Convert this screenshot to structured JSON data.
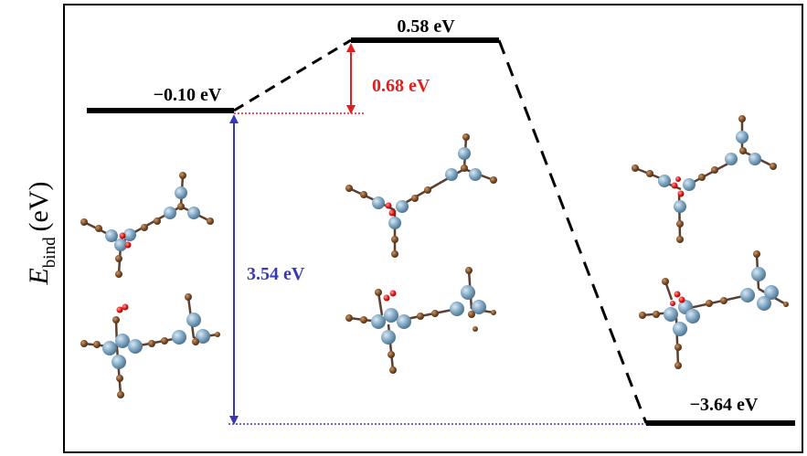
{
  "diagram": {
    "y_axis_label": {
      "symbol": "E",
      "subscript": "bind",
      "unit": "(eV)"
    },
    "levels": [
      {
        "id": "initial",
        "energy_label": "−0.10 eV"
      },
      {
        "id": "transition",
        "energy_label": "0.58 eV"
      },
      {
        "id": "final",
        "energy_label": "−3.64 eV"
      }
    ],
    "barrier": {
      "label": "0.68 eV",
      "color": "#e02020"
    },
    "reaction_energy": {
      "label": "3.54 eV",
      "color": "#3a3ab0"
    },
    "colors": {
      "level_line": "#000000",
      "connector": "#000000",
      "atom_metal": "#7fa6c2",
      "atom_carbon": "#7a4a24",
      "atom_oxygen": "#e01818"
    },
    "structures": [
      {
        "state": "initial",
        "view": "top"
      },
      {
        "state": "initial",
        "view": "side"
      },
      {
        "state": "transition",
        "view": "top"
      },
      {
        "state": "transition",
        "view": "side"
      },
      {
        "state": "final",
        "view": "top"
      },
      {
        "state": "final",
        "view": "side"
      }
    ]
  }
}
